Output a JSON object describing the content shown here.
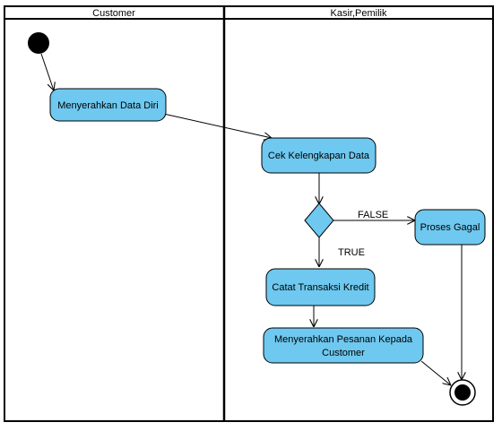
{
  "lanes": [
    {
      "title": "Customer"
    },
    {
      "title": "Kasir,Pemilik"
    }
  ],
  "activities": {
    "menyerahkan_data_diri": "Menyerahkan Data Diri",
    "cek_kelengkapan_data": "Cek Kelengkapan Data",
    "proses_gagal": "Proses Gagal",
    "catat_transaksi_kredit": "Catat Transaksi Kredit",
    "menyerahkan_pesanan_line1": "Menyerahkan Pesanan Kepada",
    "menyerahkan_pesanan_line2": "Customer"
  },
  "guards": {
    "false": "FALSE",
    "true": "TRUE"
  },
  "colors": {
    "activity_fill": "#6ec8ef",
    "decision_fill": "#6ec8ef",
    "stroke": "#000000",
    "header_fill": "#ffffff"
  }
}
